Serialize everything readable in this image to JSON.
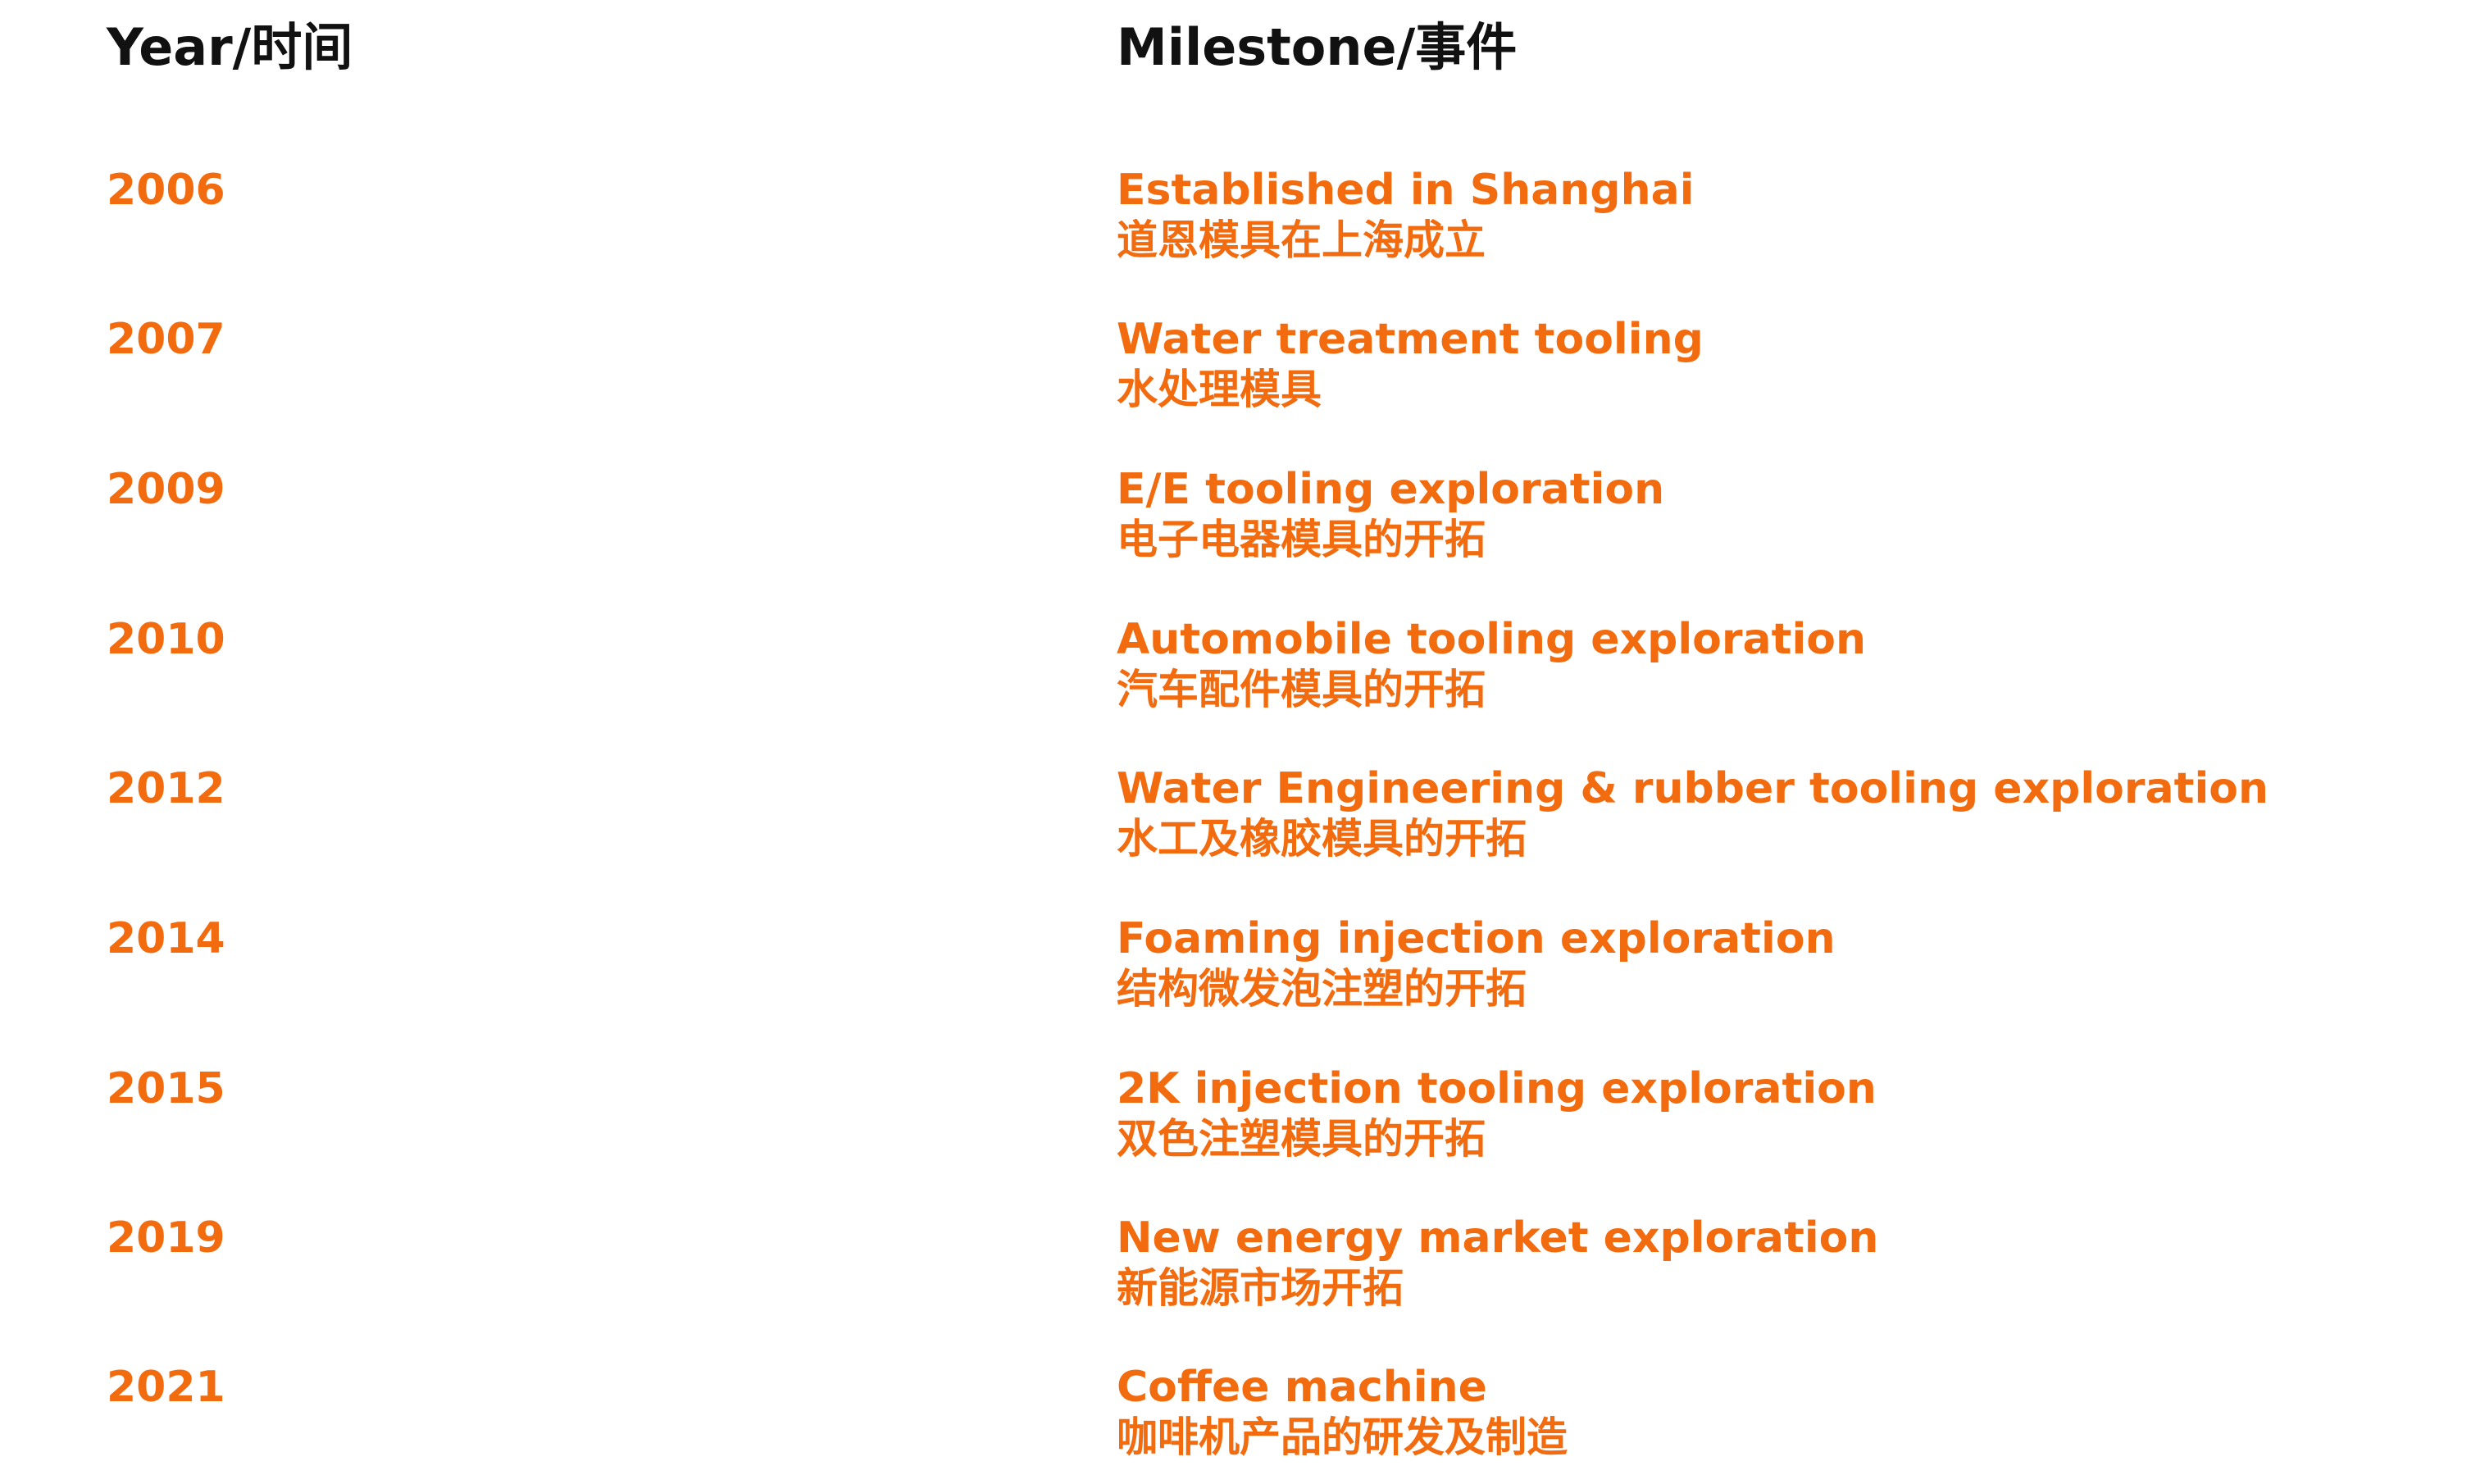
{
  "colors": {
    "accent": "#f26b0f",
    "header_text": "#111111",
    "background": "#ffffff"
  },
  "header": {
    "year_label": "Year/时间",
    "milestone_label": "Milestone/事件"
  },
  "milestones": [
    {
      "year": "2006",
      "en": "Established in Shanghai",
      "cn": "道恩模具在上海成立"
    },
    {
      "year": "2007",
      "en": "Water treatment tooling",
      "cn": "水处理模具"
    },
    {
      "year": "2009",
      "en": "E/E tooling exploration",
      "cn": "电子电器模具的开拓"
    },
    {
      "year": "2010",
      "en": "Automobile tooling exploration",
      "cn": "汽车配件模具的开拓"
    },
    {
      "year": "2012",
      "en": "Water Engineering & rubber tooling exploration",
      "cn": "水工及橡胶模具的开拓"
    },
    {
      "year": "2014",
      "en": "Foaming injection exploration",
      "cn": "结构微发泡注塑的开拓"
    },
    {
      "year": "2015",
      "en": "2K injection tooling exploration",
      "cn": "双色注塑模具的开拓"
    },
    {
      "year": "2019",
      "en": "New energy market exploration",
      "cn": "新能源市场开拓"
    },
    {
      "year": "2021",
      "en": "Coffee machine",
      "cn": "咖啡机产品的研发及制造"
    }
  ]
}
